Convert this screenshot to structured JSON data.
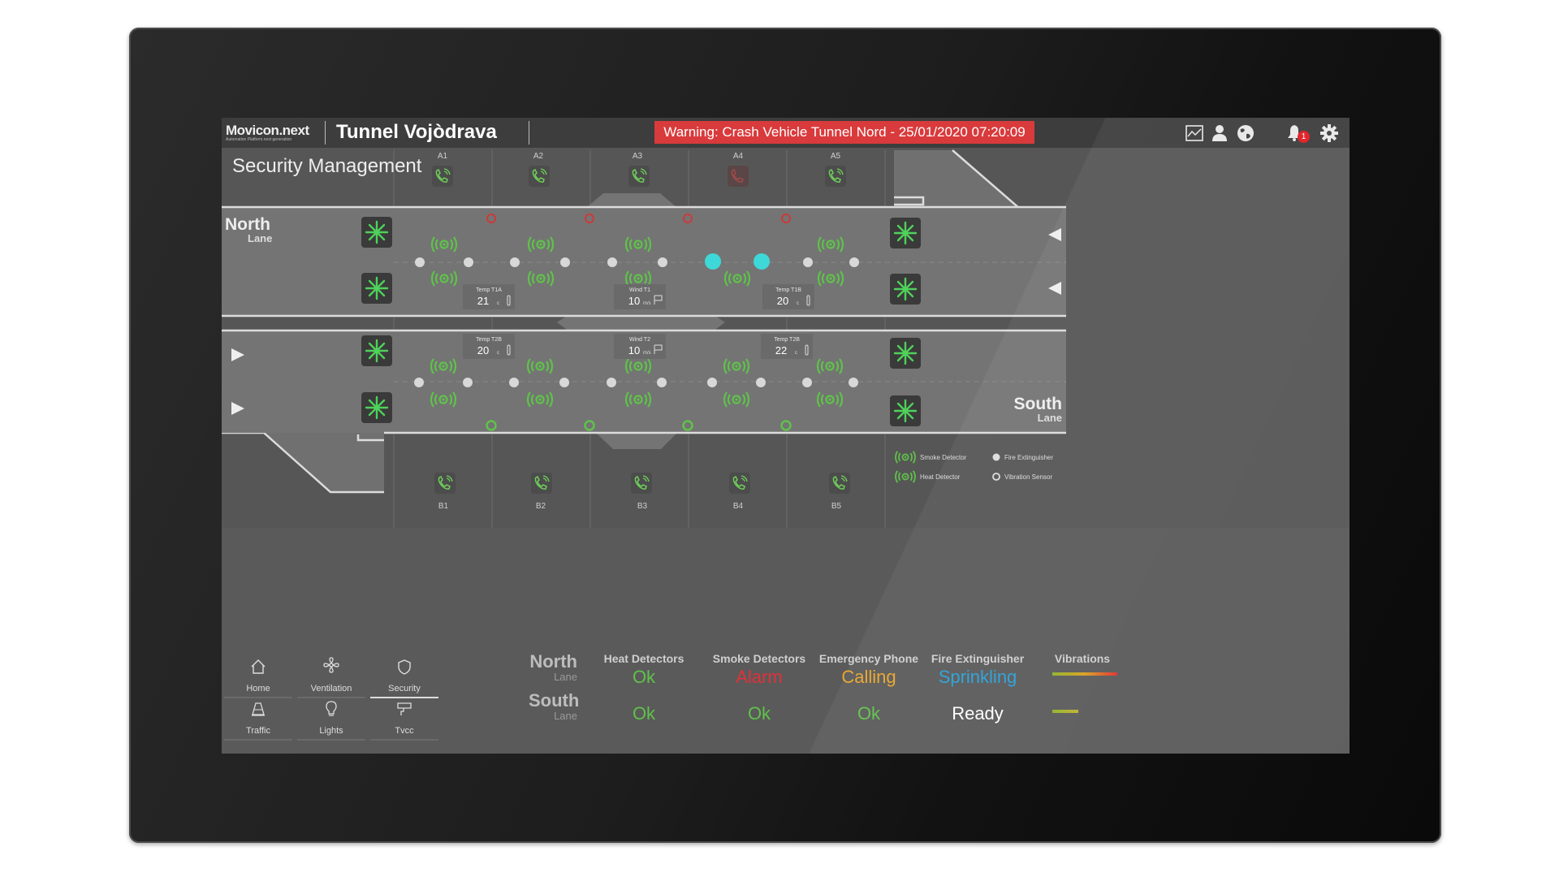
{
  "header": {
    "logo_text": "Movicon.next",
    "logo_sub": "Automation Platform.next generation",
    "app_title": "Tunnel Vojòdrava",
    "warning": "Warning: Crash Vehicle Tunnel Nord - 25/01/2020 07:20:09",
    "notification_count": "1",
    "icons": [
      "trend-chart-icon",
      "user-icon",
      "globe-icon",
      "bell-icon",
      "gear-icon"
    ]
  },
  "page_title": "Security Management",
  "sections": {
    "top": [
      "A1",
      "A2",
      "A3",
      "A4",
      "A5"
    ],
    "bottom": [
      "B1",
      "B2",
      "B3",
      "B4",
      "B5"
    ]
  },
  "lanes": {
    "north": {
      "name": "North",
      "sub": "Lane"
    },
    "south": {
      "name": "South",
      "sub": "Lane"
    }
  },
  "sensors": {
    "n_t1a": {
      "label": "Temp T1A",
      "value": "21",
      "unit": "c"
    },
    "n_t1": {
      "label": "Wind T1",
      "value": "10",
      "unit": "m/s"
    },
    "n_t1b": {
      "label": "Temp T1B",
      "value": "20",
      "unit": "c"
    },
    "s_t2b_a": {
      "label": "Temp T2B",
      "value": "20",
      "unit": "c"
    },
    "s_t2": {
      "label": "Wind T2",
      "value": "10",
      "unit": "m/s"
    },
    "s_t2b_b": {
      "label": "Temp T2B",
      "value": "22",
      "unit": "c"
    }
  },
  "legend": {
    "smoke": "Smoke Detector",
    "heat": "Heat Detector",
    "fire": "Fire Extinguisher",
    "vibration": "Vibration Sensor"
  },
  "nav": [
    {
      "label": "Home",
      "icon": "home-icon"
    },
    {
      "label": "Ventilation",
      "icon": "fan-icon"
    },
    {
      "label": "Security",
      "icon": "shield-icon"
    },
    {
      "label": "Traffic",
      "icon": "traffic-cone-icon"
    },
    {
      "label": "Lights",
      "icon": "lightbulb-icon"
    },
    {
      "label": "Tvcc",
      "icon": "cctv-camera-icon"
    }
  ],
  "status": {
    "headers": [
      "Heat Detectors",
      "Smoke Detectors",
      "Emergency Phone",
      "Fire Extinguisher",
      "Vibrations"
    ],
    "north": {
      "name": "North",
      "sub": "Lane",
      "values": [
        "Ok",
        "Alarm",
        "Calling",
        "Sprinkling"
      ]
    },
    "south": {
      "name": "South",
      "sub": "Lane",
      "values": [
        "Ok",
        "Ok",
        "Ok",
        "Ready"
      ]
    }
  },
  "colors": {
    "ok": "#5fc24a",
    "alarm": "#e0313a",
    "calling": "#e8a52a",
    "sprinkling": "#2aa0d8",
    "ready": "#ffffff",
    "fan": "#4fd15a",
    "active_dot": "#3fd8d8"
  }
}
